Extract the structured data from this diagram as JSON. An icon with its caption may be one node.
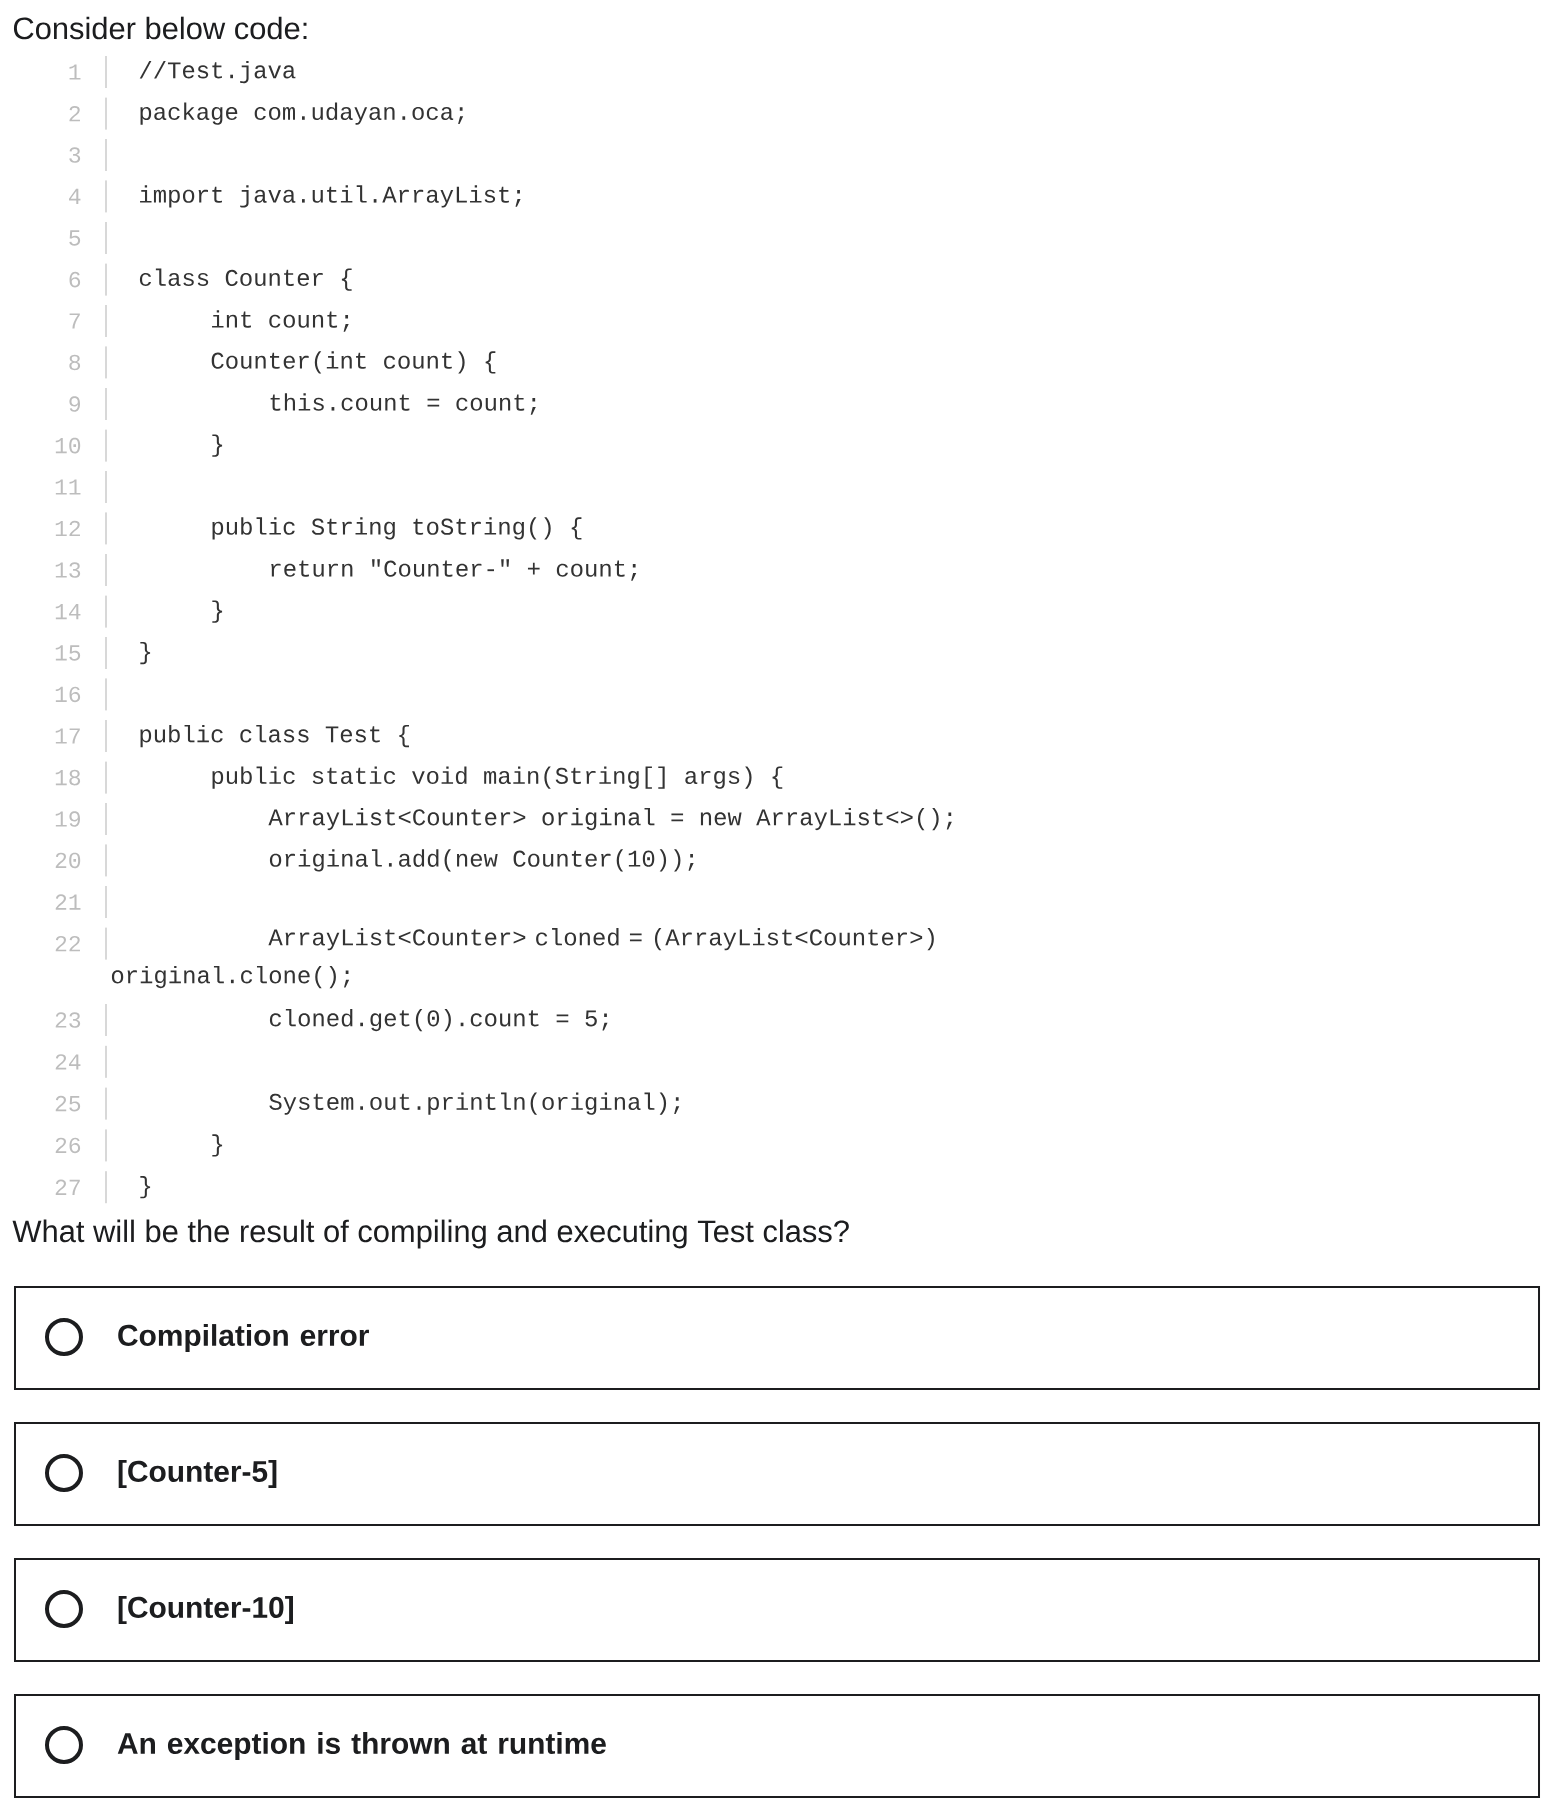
{
  "diagram": {
    "title": "Consider below code:",
    "nodes": [
      {
        "text": [
          "Compilation error"
        ]
      },
      {
        "text": [
          "[Counter-5]"
        ]
      },
      {
        "text": [
          "[Counter-10]"
        ]
      },
      {
        "text": [
          "An exception is thrown at runtime"
        ]
      }
    ],
    "labels": [
      "1",
      "//Test.java",
      "2",
      "package com.udayan.oca;",
      "3",
      "4",
      "import java.util.ArrayList;",
      "5",
      "6",
      "class Counter {",
      "7",
      "int count;",
      "8",
      "Counter(int count) {",
      "9",
      "this.count = count;",
      "10",
      "}",
      "11",
      "12",
      "public String toString() {",
      "13",
      "return \"Counter-\" + count;",
      "14",
      "}",
      "15",
      "}",
      "16",
      "17",
      "public class Test {",
      "18",
      "public static void main(String[] args) {",
      "19",
      "ArrayList<Counter> original = new ArrayList<>();",
      "20",
      "original.add(new Counter(10));",
      "21",
      "22",
      "ArrayList<Counter> cloned = (ArrayList<Counter>) original.clone();",
      "23",
      "cloned.get(0).count = 5;",
      "24",
      "25",
      "System.out.println(original);",
      "26",
      "}",
      "27",
      "}",
      "What will be the result of compiling and executing Test class?"
    ]
  }
}
